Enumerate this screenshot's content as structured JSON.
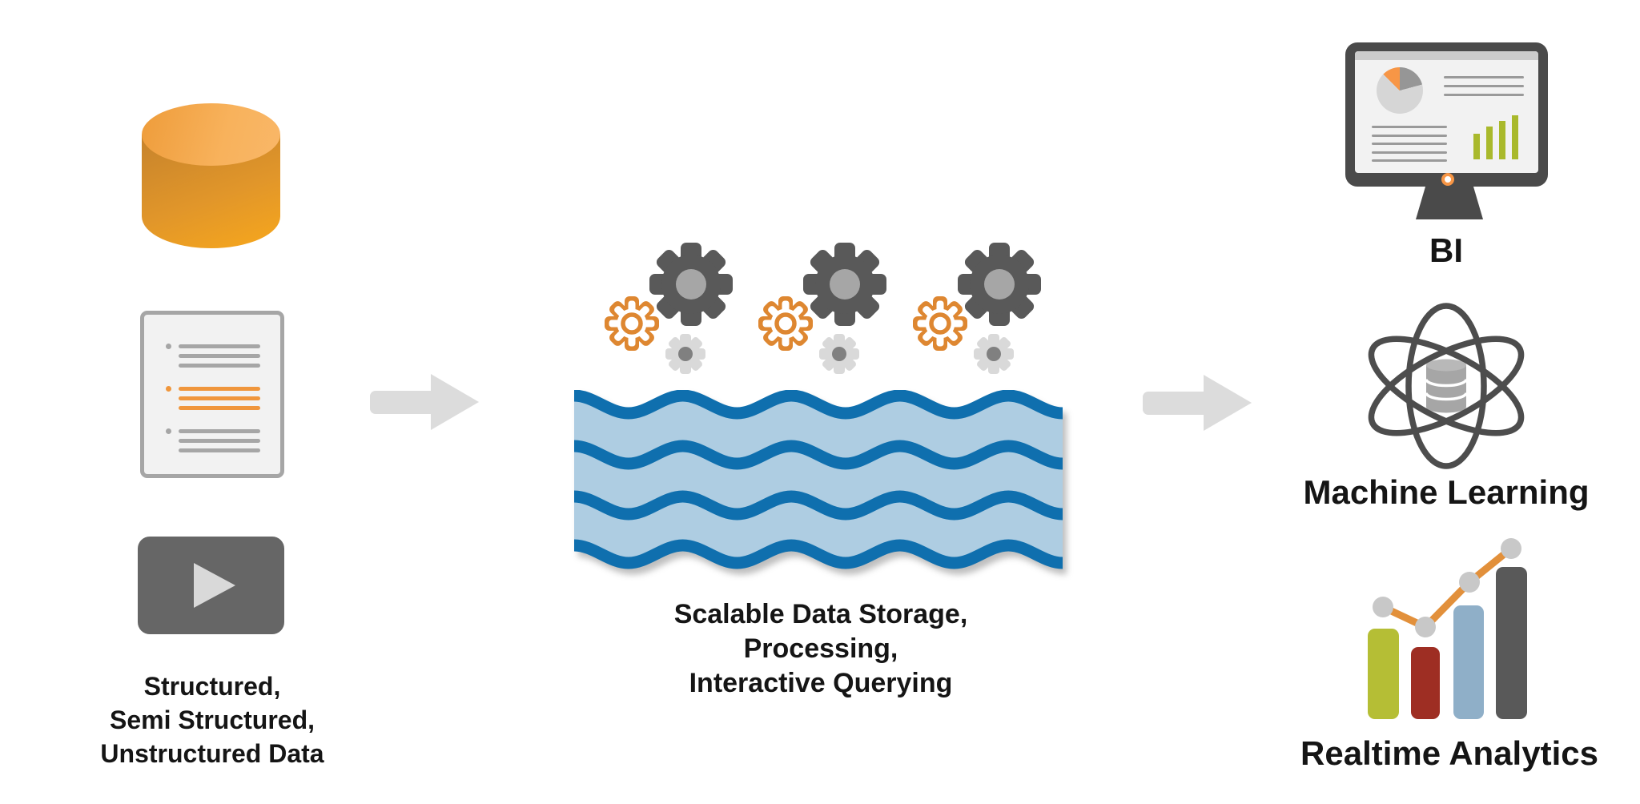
{
  "diagram": {
    "title": "Data lake architecture flow",
    "source": {
      "icons": [
        "database-cylinder-icon",
        "document-icon",
        "video-icon"
      ],
      "caption": [
        "Structured,",
        "Semi Structured,",
        "Unstructured Data"
      ]
    },
    "flow": {
      "arrow_icons": [
        "arrow-right-icon",
        "arrow-right-icon"
      ]
    },
    "lake": {
      "icons": [
        "gears-icon",
        "water-waves-icon"
      ],
      "gear_cluster_count": 3,
      "caption": [
        "Scalable Data Storage,",
        "Processing,",
        "Interactive Querying"
      ]
    },
    "outputs": [
      {
        "icon": "bi-monitor-icon",
        "label": "BI"
      },
      {
        "icon": "machine-learning-atom-icon",
        "label": "Machine Learning"
      },
      {
        "icon": "realtime-analytics-chart-icon",
        "label": "Realtime Analytics"
      }
    ],
    "colors": {
      "orange": "#f0963c",
      "gear_orange": "#de8731",
      "wave_blue": "#0f6fae",
      "water_fill": "#aecde2",
      "dark_gray": "#595959",
      "mid_gray": "#a6a6a6",
      "light_gray": "#d9d9d9",
      "arrow_gray": "#dcdcdc",
      "green_bar": "#a9b92c",
      "rt_green": "#b5be35",
      "rt_red": "#9e2e23",
      "rt_blue": "#8fafc8",
      "rt_gray": "#595959",
      "text": "#151515"
    }
  }
}
